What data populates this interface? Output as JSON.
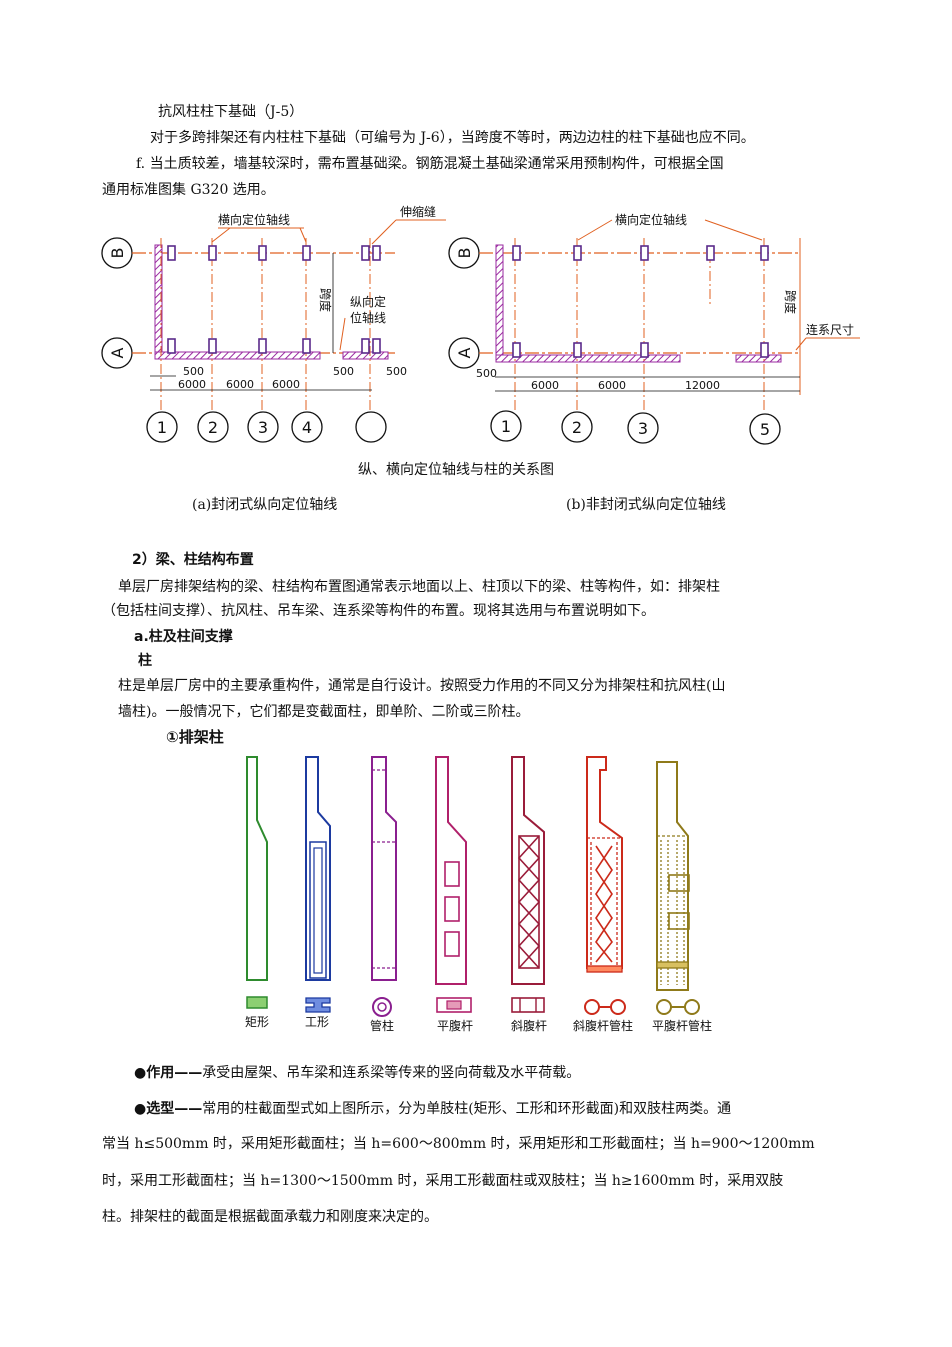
{
  "paragraphs": {
    "p1": "抗风柱柱下基础（J-5）",
    "p2": "对于多跨排架还有内柱柱下基础（可编号为 J-6），当跨度不等时，两边边柱的柱下基础也应不同。",
    "p3": "f.  当土质较差，墙基较深时，需布置基础梁。钢筋混凝土基础梁通常采用预制构件，可根据全国",
    "p4": "通用标准图集 G320 选用。"
  },
  "figure1": {
    "caption": "纵、横向定位轴线与柱的关系图",
    "sub_a": "(a)封闭式纵向定位轴线",
    "sub_b": "(b)非封闭式纵向定位轴线",
    "a": {
      "label_transverse": "横向定位轴线",
      "label_joint": "伸缩缝",
      "label_span": "跨度",
      "label_long_1": "纵向定",
      "label_long_2": "位轴线",
      "row_b": "B",
      "row_a": "A",
      "dims": [
        "500",
        "6000",
        "6000",
        "6000",
        "500",
        "500"
      ],
      "axes": [
        "1",
        "2",
        "3",
        "4"
      ]
    },
    "b": {
      "label_transverse": "横向定位轴线",
      "label_span": "跨度",
      "label_link": "连系尺寸",
      "row_b": "B",
      "row_a": "A",
      "dims": [
        "500",
        "6000",
        "6000",
        "12000"
      ],
      "axes": [
        "1",
        "2",
        "3",
        "5"
      ]
    }
  },
  "section2": {
    "heading": "2）梁、柱结构布置",
    "p1": "单层厂房排架结构的梁、柱结构布置图通常表示地面以上、柱顶以下的梁、柱等构件，如：排架柱",
    "p2": "（包括柱间支撑）、抗风柱、吊车梁、连系梁等构件的布置。现将其选用与布置说明如下。",
    "sub_a": "a.柱及柱间支撑",
    "sub_col": "柱",
    "p3": "柱是单层厂房中的主要承重构件，通常是自行设计。按照受力作用的不同又分为排架柱和抗风柱(山",
    "p4": "墙柱)。一般情况下，它们都是变截面柱，即单阶、二阶或三阶柱。",
    "item1": "①排架柱"
  },
  "figure2": {
    "labels": [
      "矩形",
      "工形",
      "管柱",
      "平腹杆",
      "斜腹杆",
      "斜腹杆管柱",
      "平腹杆管柱"
    ],
    "colors": [
      "#2e8b2e",
      "#1c3aa0",
      "#8a1f8f",
      "#b0206a",
      "#9a1c3a",
      "#cc2a1a",
      "#8f7a1a"
    ]
  },
  "body": {
    "role_head": "●作用——",
    "role_text": "承受由屋架、吊车梁和连系梁等传来的竖向荷载及水平荷载。",
    "sel_head": "●选型——",
    "sel_text1": "常用的柱截面型式如上图所示，分为单肢柱(矩形、工形和环形截面)和双肢柱两类。通",
    "sel_text2": "常当 h≤500mm 时，采用矩形截面柱；当 h=600～800mm 时，采用矩形和工形截面柱；当 h=900～1200mm",
    "sel_text3": "时，采用工形截面柱；当 h=1300～1500mm 时，采用工形截面柱或双肢柱；当 h≥1600mm 时，采用双肢",
    "sel_text4": "柱。排架柱的截面是根据截面承载力和刚度来决定的。"
  }
}
